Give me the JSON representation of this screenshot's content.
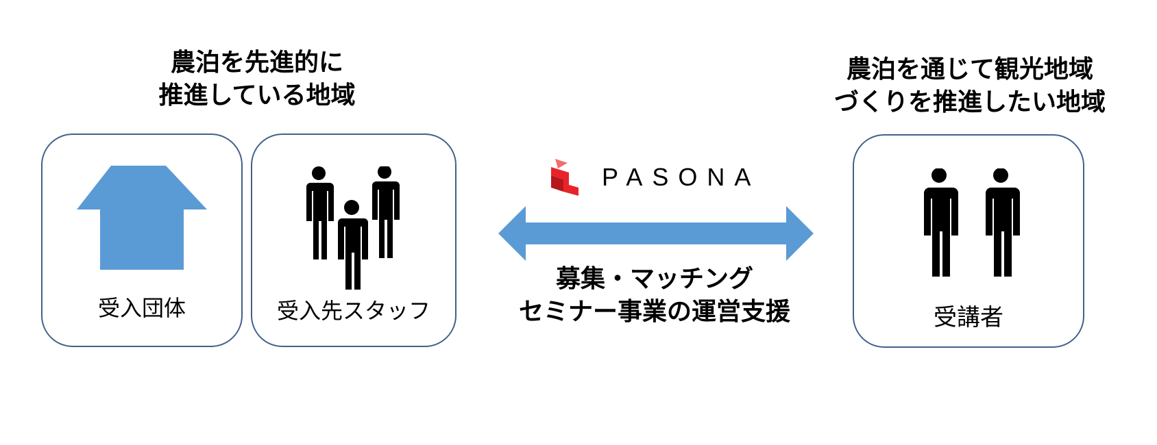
{
  "left_region": {
    "heading_line1": "農泊を先進的に",
    "heading_line2": "推進している地域",
    "cards": [
      {
        "label": "受入団体",
        "icon": "house-icon"
      },
      {
        "label": "受入先スタッフ",
        "icon": "group-people-icon"
      }
    ]
  },
  "right_region": {
    "heading_line1": "農泊を通じて観光地域",
    "heading_line2": "づくりを推進したい地域",
    "card": {
      "label": "受講者",
      "icon": "two-people-icon"
    }
  },
  "center": {
    "logo_text": "PASONA",
    "arrow": "double-arrow-icon",
    "service_line1": "募集・マッチング",
    "service_line2": "セミナー事業の運営支援"
  },
  "colors": {
    "accent_blue": "#5b9bd5",
    "card_border": "#41618a",
    "logo_red": "#e8242a"
  }
}
